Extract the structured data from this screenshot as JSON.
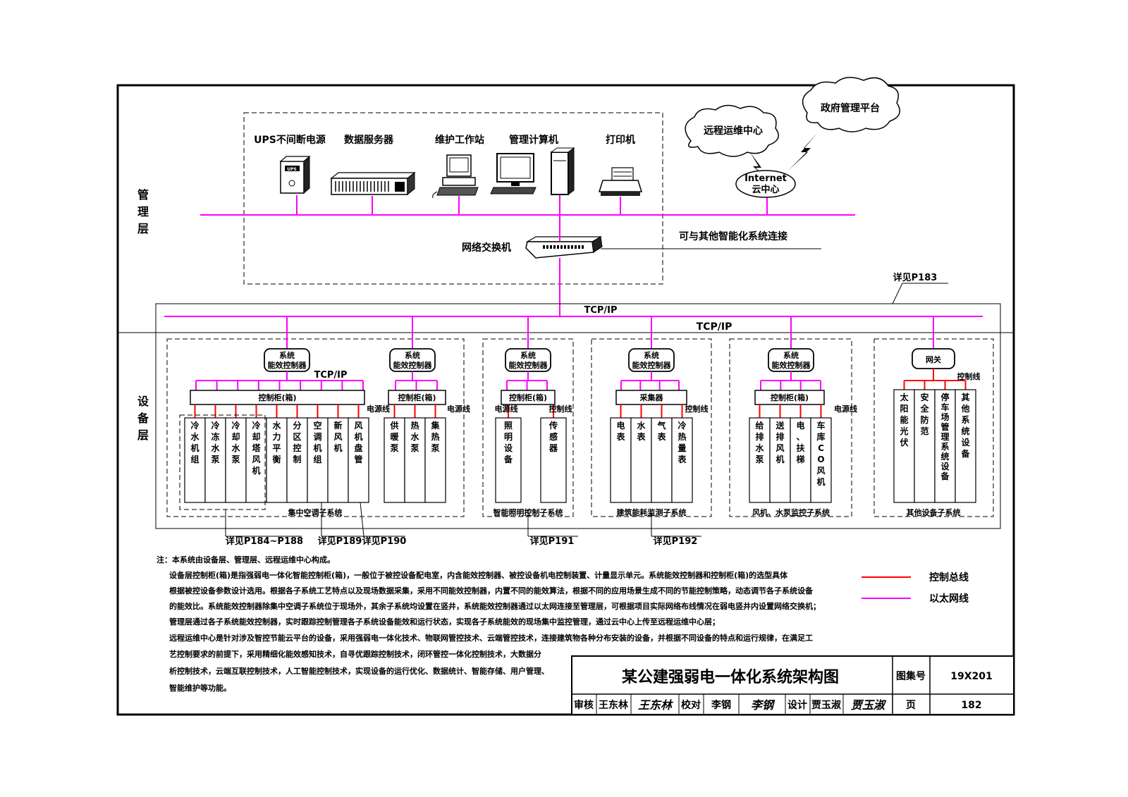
{
  "layers": {
    "management": "管理层",
    "device": "设备层"
  },
  "management": {
    "devices": [
      {
        "id": "ups",
        "label": "UPS不间断电源"
      },
      {
        "id": "data-server",
        "label": "数据服务器"
      },
      {
        "id": "maint-station",
        "label": "维护工作站"
      },
      {
        "id": "mgmt-computer",
        "label": "管理计算机"
      },
      {
        "id": "printer",
        "label": "打印机"
      }
    ],
    "switch_label": "网络交换机",
    "other_systems": "可与其他智能化系统连接",
    "ups_logo": "UPS",
    "icons": [
      "ups-icon",
      "server-icon",
      "workstation-icon",
      "computer-icon",
      "printer-icon",
      "switch-icon"
    ]
  },
  "cloud": {
    "remote": "远程运维中心",
    "gov": "政府管理平台",
    "internet_line1": "Internet",
    "internet_line2": "云中心"
  },
  "network": {
    "tcpip_main": "TCP/IP",
    "tcpip_sub": "TCP/IP",
    "tcpip_inner": "TCP/IP",
    "ref_p183": "详见P183"
  },
  "groups": [
    {
      "id": "hvac",
      "subsystem": "集中空调子系统",
      "controllers": [
        {
          "label": "系统能效控制器",
          "cabinet": "控制柜(箱)",
          "power": "电源线",
          "devices": [
            "冷水机组",
            "冷冻水泵",
            "冷却水泵",
            "冷却塔风机",
            "水力平衡",
            "分区控制",
            "空调机组",
            "新风机",
            "风机盘管"
          ]
        },
        {
          "label": "系统能效控制器",
          "cabinet": "控制柜(箱)",
          "power": "电源线",
          "devices": [
            "供暖泵",
            "热水泵",
            "集热泵"
          ]
        }
      ]
    },
    {
      "id": "lighting",
      "subsystem": "智能照明控制子系统",
      "controllers": [
        {
          "label": "系统能效控制器",
          "cabinet": "控制柜(箱)",
          "power": "电源线",
          "control": "控制线",
          "devices": [
            "照明设备",
            "传感器"
          ]
        }
      ]
    },
    {
      "id": "metering",
      "subsystem": "建筑能耗监测子系统",
      "controllers": [
        {
          "label": "系统能效控制器",
          "cabinet": "采集器",
          "control": "控制线",
          "devices": [
            "电表",
            "水表",
            "气表",
            "冷热量表"
          ]
        }
      ]
    },
    {
      "id": "fan-pump",
      "subsystem": "风机、水泵监控子系统",
      "controllers": [
        {
          "label": "系统能效控制器",
          "cabinet": "控制柜(箱)",
          "power": "电源线",
          "devices": [
            "给排水泵",
            "送排风机",
            "电、扶梯",
            "车库CO风机"
          ]
        }
      ]
    },
    {
      "id": "other",
      "subsystem": "其他设备子系统",
      "controllers": [
        {
          "label": "网关",
          "control": "控制线",
          "devices": [
            "太阳能光伏",
            "安全防范",
            "停车场管理系统设备",
            "其他系统设备"
          ]
        }
      ]
    }
  ],
  "refs": {
    "r1": "详见P184~P188",
    "r2": "详见P189",
    "r3": "详见P190",
    "r4": "详见P191",
    "r5": "详见P192"
  },
  "legend": [
    {
      "label": "控制总线",
      "color": "#ff0000"
    },
    {
      "label": "以太网线",
      "color": "#ff00ff"
    }
  ],
  "notes": [
    "注：本系统由设备层、管理层、远程运维中心构成。",
    "设备层控制柜(箱)是指强弱电一体化智能控制柜(箱)，一般位于被控设备配电室，内含能效控制器、被控设备机电控制装置、计量显示单元。系统能效控制器和控制柜(箱)的选型具体",
    "根据被控设备参数设计选用。根据各子系统工艺特点以及现场数据采集，采用不同能效控制器，内置不同的能效算法，根据不同的应用场景生成不同的节能控制策略，动态调节各子系统设备",
    "的能效比。系统能效控制器除集中空调子系统位于现场外，其余子系统均设置在竖井，系统能效控制器通过以太网连接至管理层，可根据项目实际网络布线情况在弱电竖井内设置网络交换机；",
    "管理层通过各子系统能效控制器，实时跟踪控制管理各子系统设备能效和运行状态，实现各子系统能效的现场集中监控管理，通过云中心上传至远程运维中心层；",
    "远程运维中心是针对涉及智控节能云平台的设备，采用强弱电一体化技术、物联网管控技术、云端管控技术，连接建筑物各种分布安装的设备，并根据不同设备的特点和运行规律，在满足工",
    "艺控制要求的前提下，采用精细化能效感知技术，自寻优跟踪控制技术，闭环管控一体化控制技术，大数据分",
    "析控制技术，云端互联控制技术，人工智能控制技术，实现设备的运行优化、数据统计、智能存储、用户管理、",
    "智能维护等功能。"
  ],
  "title_block": {
    "title": "某公建强弱电一体化系统架构图",
    "atlas_label": "图集号",
    "atlas_no": "19X201",
    "review_label": "审核",
    "reviewer": "王东林",
    "reviewer_sig": "王东林",
    "check_label": "校对",
    "checker": "李钢",
    "checker_sig": "李钢",
    "design_label": "设计",
    "designer": "贾玉淑",
    "designer_sig": "贾玉淑",
    "page_label": "页",
    "page_no": "182"
  }
}
